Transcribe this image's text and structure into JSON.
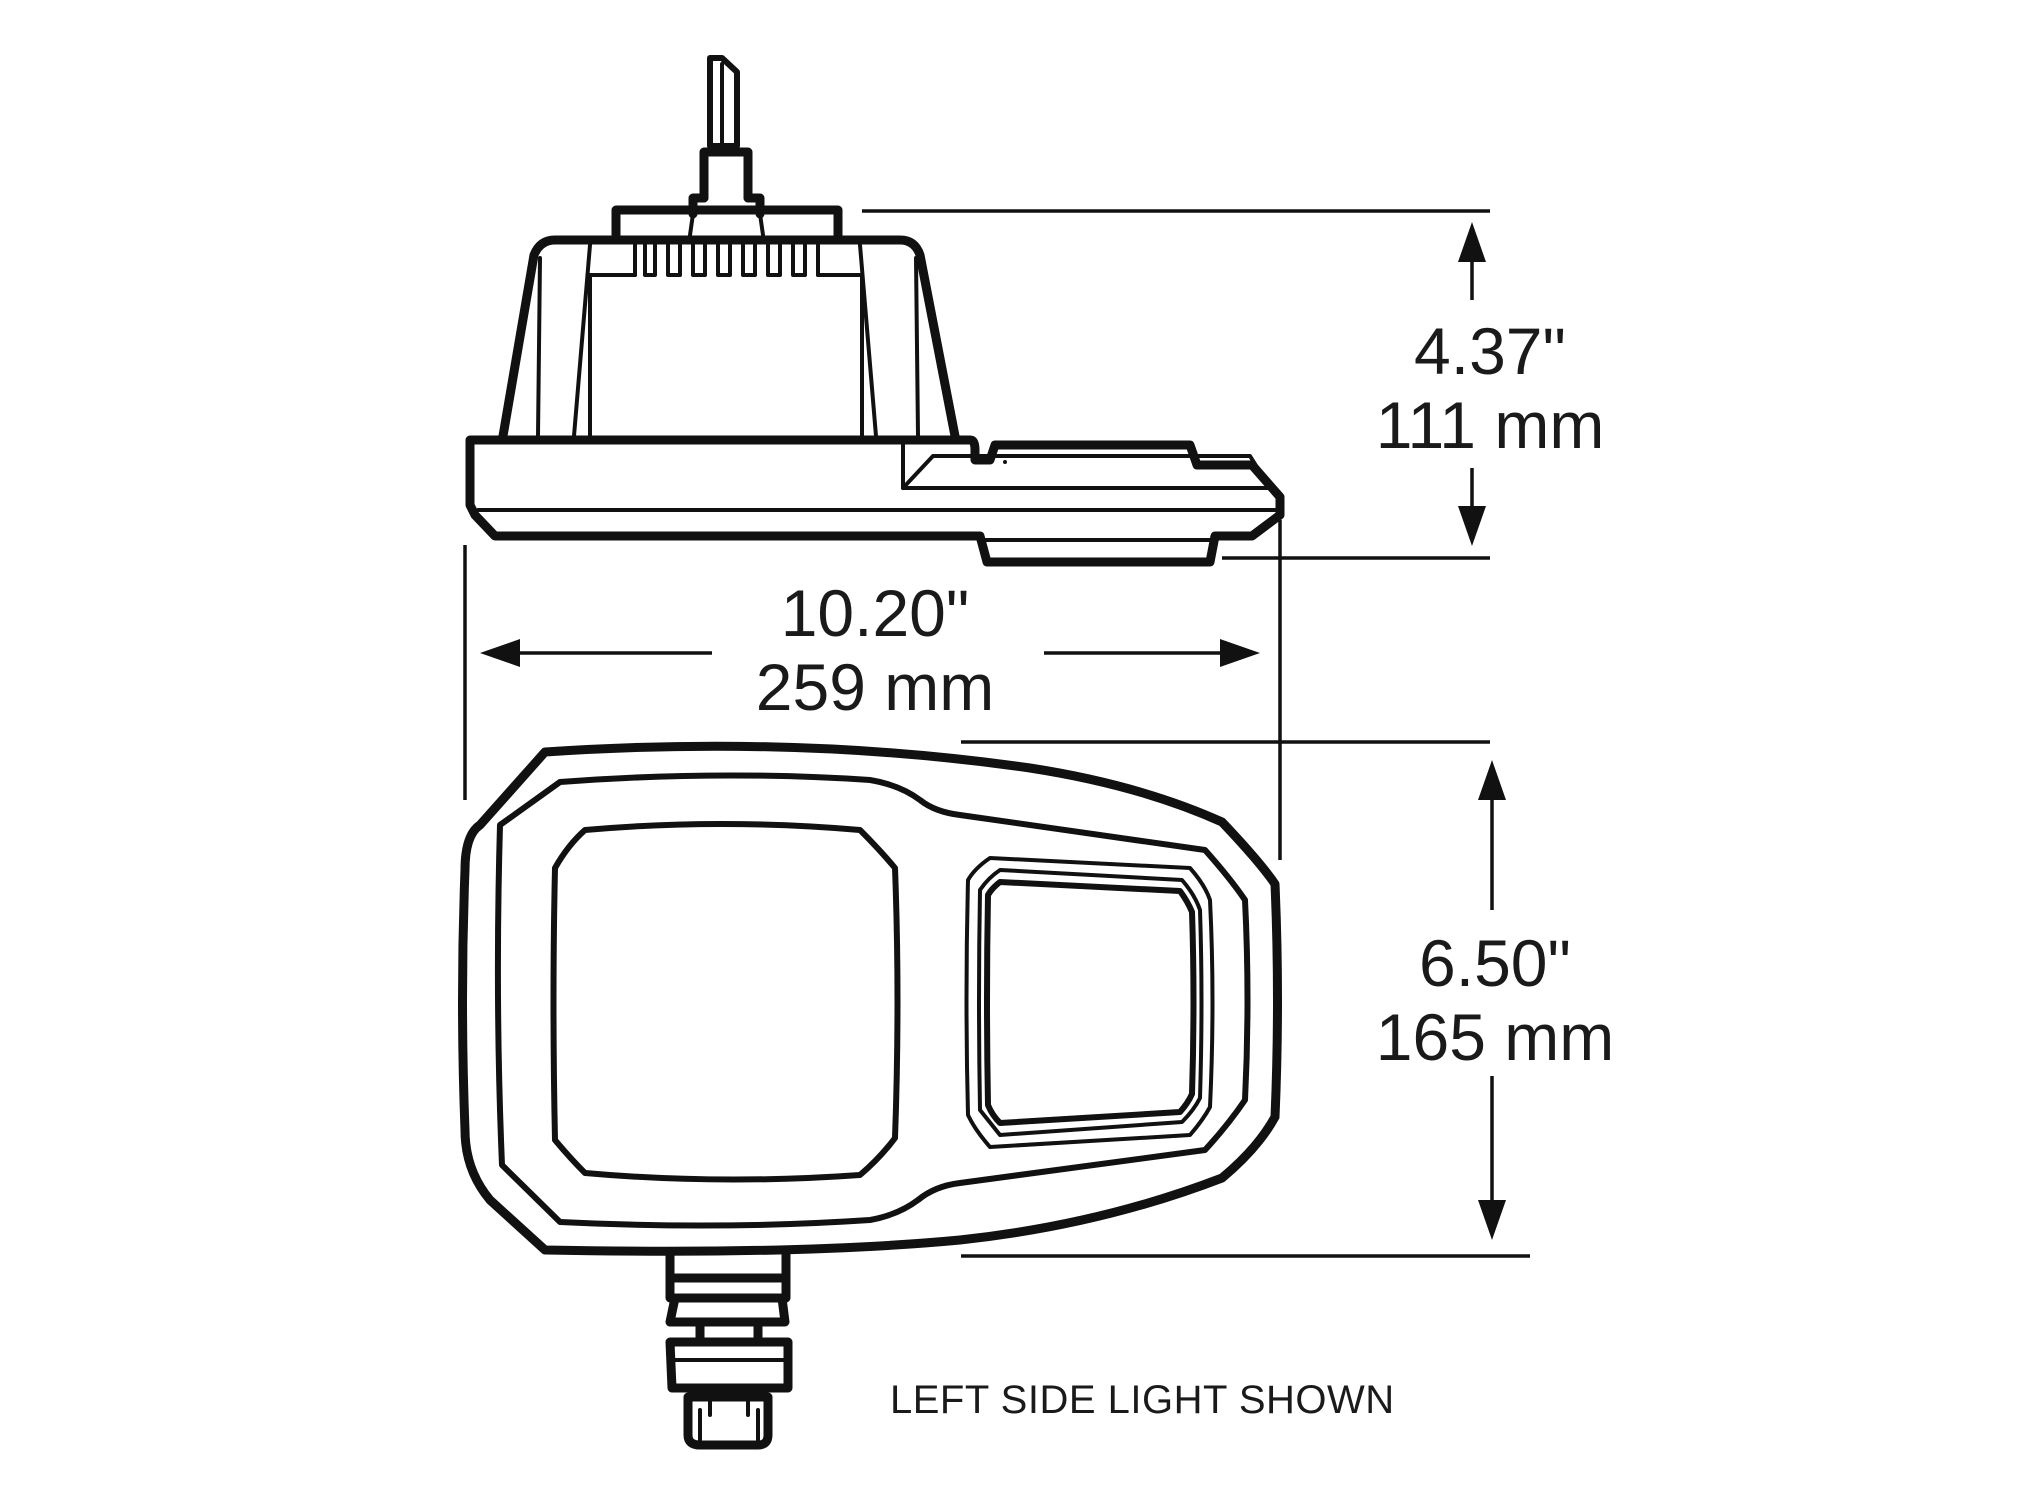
{
  "drawing": {
    "views": [
      "side-view",
      "front-view"
    ],
    "colors": {
      "line": "#111111",
      "background": "#ffffff"
    }
  },
  "dimensions": {
    "depth": {
      "inches": "4.37\"",
      "mm": "111 mm"
    },
    "width": {
      "inches": "10.20\"",
      "mm": "259 mm"
    },
    "height": {
      "inches": "6.50\"",
      "mm": "165 mm"
    }
  },
  "caption": "LEFT SIDE LIGHT SHOWN"
}
